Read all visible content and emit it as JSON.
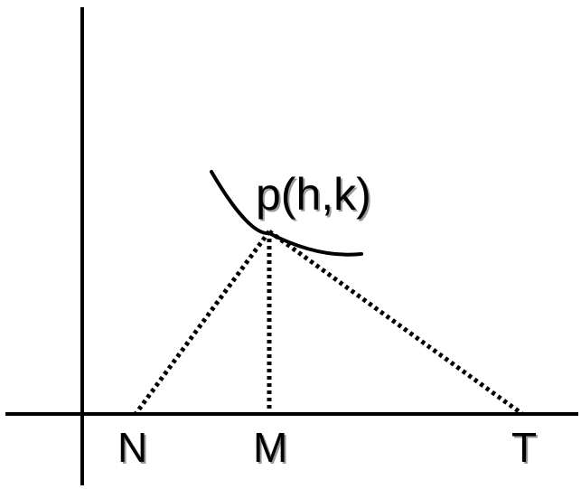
{
  "diagram": {
    "point_label": "p(h,k)",
    "foot_label": "M",
    "normal_label": "N",
    "tangent_label": "T",
    "colors": {
      "stroke": "#000000",
      "background": "#ffffff",
      "label_shadow": "#9a9a9a"
    }
  }
}
